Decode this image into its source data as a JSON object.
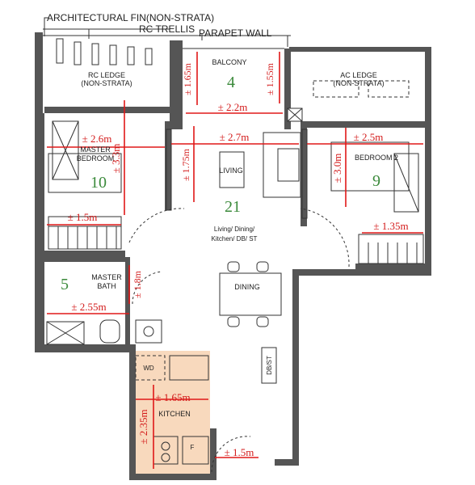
{
  "callouts": {
    "architectural_fin": "ARCHITECTURAL FIN(NON-STRATA)",
    "rc_trellis": "RC TRELLIS",
    "parapet_wall": "PARAPET WALL"
  },
  "rooms": {
    "rc_ledge": [
      "RC LEDGE",
      "(NON-STRATA)"
    ],
    "balcony": "BALCONY",
    "ac_ledge": [
      "AC LEDGE",
      "(NON-STRATA)"
    ],
    "master_bedroom": [
      "MASTER",
      "BEDROOM"
    ],
    "living": "LIVING",
    "bedroom2": "BEDROOM 2",
    "living_combo": "Living/ Dining/",
    "living_combo2": "Kitchen/ DB/ ST",
    "master_bath": [
      "MASTER",
      "BATH"
    ],
    "dining": "DINING",
    "kitchen": "KITCHEN",
    "wd": "WD",
    "fridge": "F",
    "dbst": "DB/ST"
  },
  "room_numbers": {
    "balcony": "4",
    "master_bedroom": "10",
    "living": "21",
    "bedroom2": "9",
    "master_bath": "5"
  },
  "dimensions": {
    "balcony_h1": "± 1.65m",
    "balcony_h2": "± 1.55m",
    "balcony_w": "± 2.2m",
    "master_w": "± 2.6m",
    "master_h": "± 3.3m",
    "master_w2": "± 1.5m",
    "living_w": "± 2.7m",
    "living_h": "± 1.75m",
    "bed2_w": "± 2.5m",
    "bed2_h": "± 3.0m",
    "bed2_w2": "± 1.35m",
    "bath_h": "± 1.8m",
    "bath_w": "± 2.55m",
    "kitchen_w": "± 1.65m",
    "kitchen_h": "± 2.35m",
    "kitchen_door": "± 1.5m"
  },
  "colors": {
    "dimension": "#e01818",
    "room_number": "#3b8a3b",
    "kitchen_fill": "#f8d9bd",
    "wall": "#555555"
  }
}
